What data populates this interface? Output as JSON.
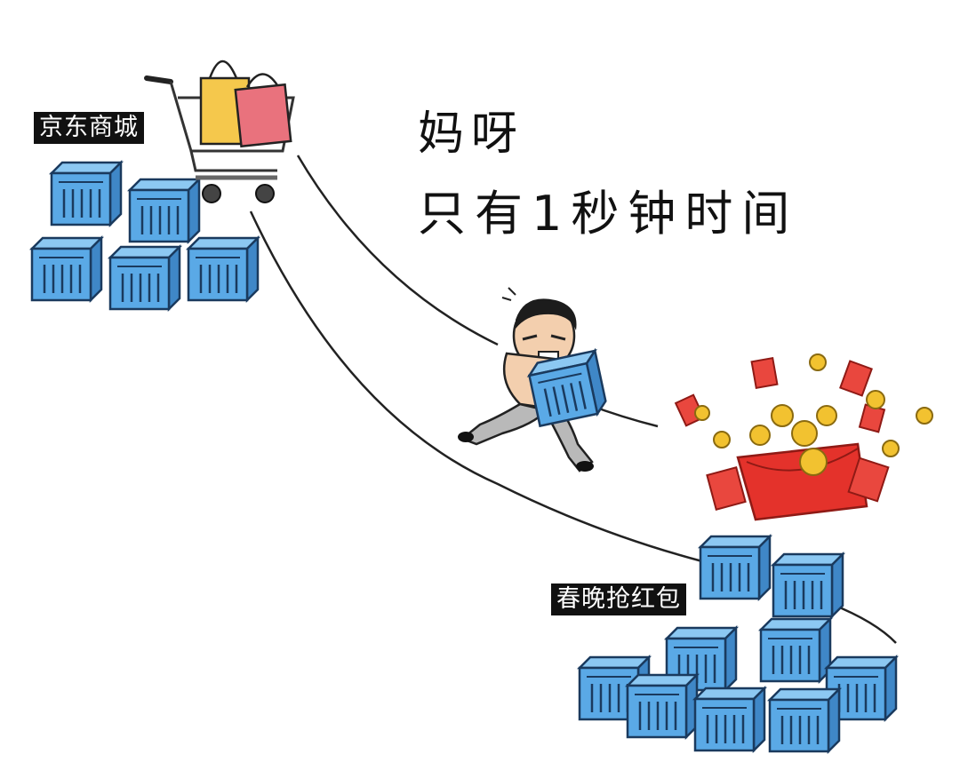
{
  "labels": {
    "store": "京东商城",
    "event": "春晚抢红包"
  },
  "caption": {
    "line1": "妈呀",
    "line2": "只有1秒钟时间"
  },
  "colors": {
    "box_fill": "#5aa9e6",
    "box_stroke": "#1a3a5e",
    "envelope_red": "#e4322b",
    "coin_gold": "#f2c230",
    "bag_yellow": "#f5c84c",
    "bag_pink": "#e9727d"
  },
  "icons": [
    "shopping-cart-icon",
    "shopping-bag-icon",
    "red-envelope-icon",
    "gold-coin-icon",
    "server-box-icon"
  ]
}
